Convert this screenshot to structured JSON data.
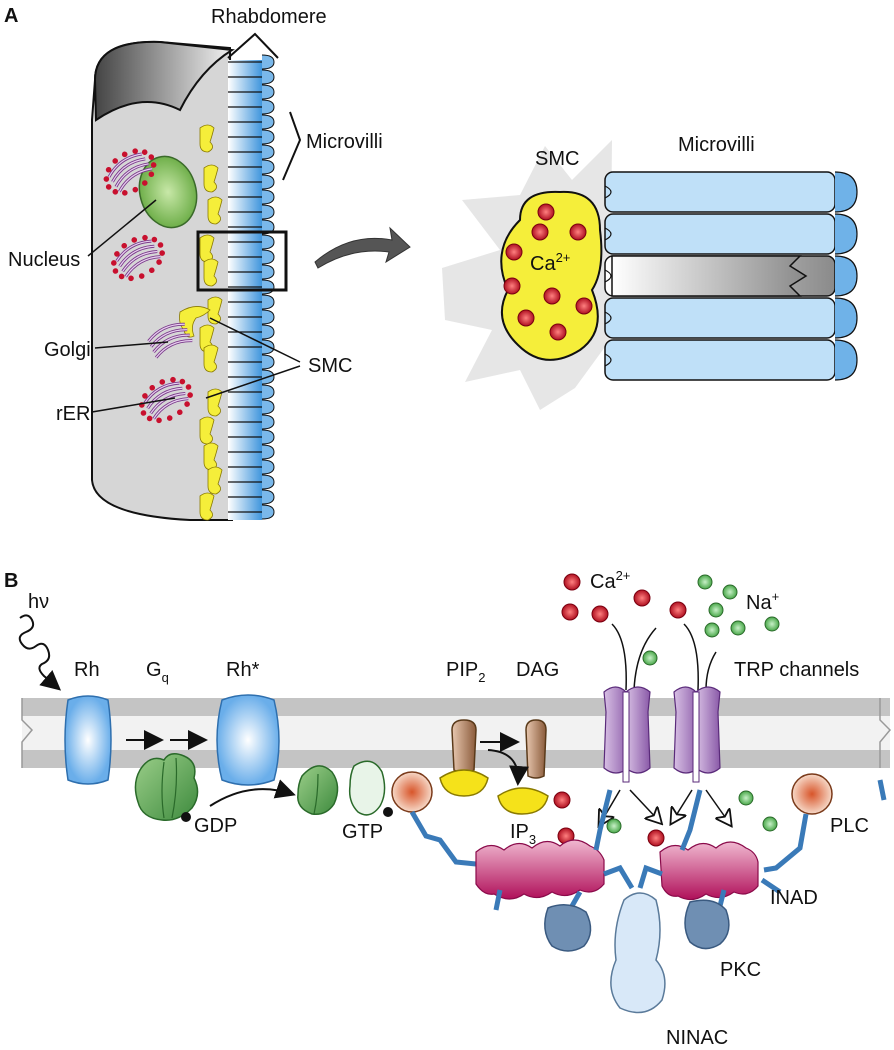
{
  "panel_a": {
    "letter": "A",
    "labels": {
      "rhabdomere": "Rhabdomere",
      "microvilli": "Microvilli",
      "nucleus": "Nucleus",
      "golgi": "Golgi",
      "smc": "SMC",
      "rer": "rER"
    },
    "inset": {
      "smc": "SMC",
      "microvilli": "Microvilli",
      "ion": "Ca",
      "ion_charge": "2+"
    }
  },
  "panel_b": {
    "letter": "B",
    "labels": {
      "light": "hν",
      "rh": "Rh",
      "gq": "G",
      "gq_sub": "q",
      "rh_star": "Rh*",
      "gdp": "GDP",
      "gtp": "GTP",
      "pip": "PIP",
      "pip_sub": "2",
      "dag": "DAG",
      "ip": "IP",
      "ip_sub": "3",
      "ca": "Ca",
      "ca_charge": "2+",
      "na": "Na",
      "na_charge": "+",
      "trp": "TRP channels",
      "plc": "PLC",
      "inad": "INAD",
      "pkc": "PKC",
      "ninac": "NINAC"
    }
  },
  "colors": {
    "cell_body": "#d6d6d6",
    "rhabdomere_blue": "#5aa8e0",
    "smc_yellow": "#f5ee3a",
    "nucleus_green": "#7fbf5a",
    "ca_red": "#c8102e",
    "na_green": "#5fbf5f",
    "inad_magenta": "#c2185b",
    "trp_purple": "#a57bb8",
    "pkc_blue": "#6f8fb3",
    "plc_orange": "#e07a4f",
    "membrane_gray": "#c8c8c8"
  }
}
